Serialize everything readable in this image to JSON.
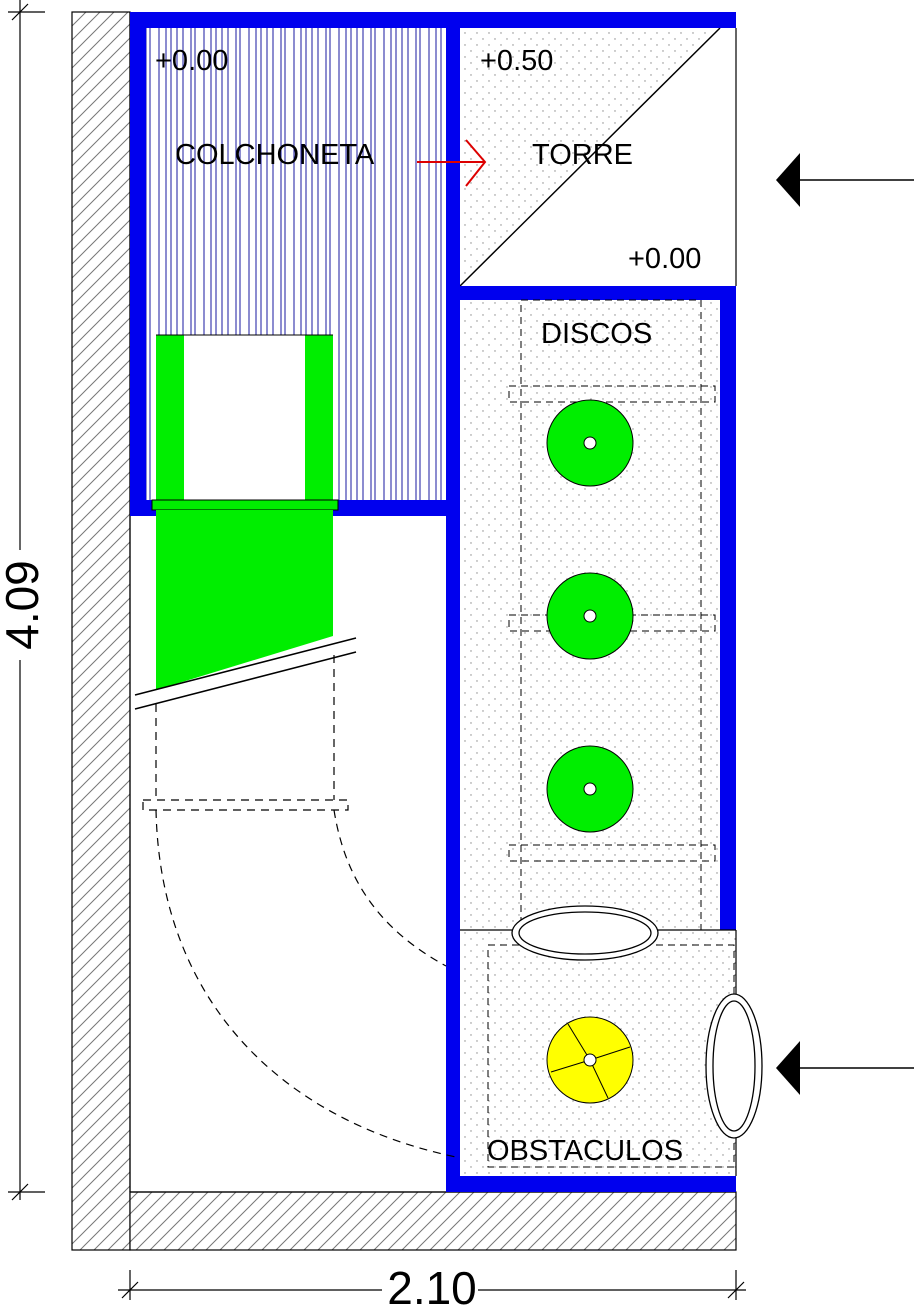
{
  "labels": {
    "level_colchoneta": "+0.00",
    "level_torre_top": "+0.50",
    "level_torre_bottom": "+0.00",
    "colchoneta": "COLCHONETA",
    "torre": "TORRE",
    "discos": "DISCOS",
    "obstaculos": "OBSTACULOS"
  },
  "dimensions": {
    "height": "4.09",
    "width": "2.10"
  },
  "colors": {
    "wall_blue": "#0000ee",
    "equipment_green": "#00ee00",
    "obstacle_yellow": "#ffff00",
    "arrow_red": "#dd0000"
  }
}
